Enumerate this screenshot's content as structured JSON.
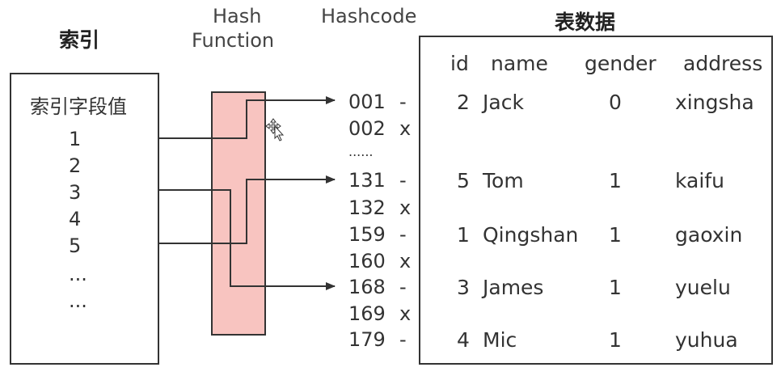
{
  "index": {
    "title": "索引",
    "field_label": "索引字段值",
    "values": [
      "1",
      "2",
      "3",
      "4",
      "5",
      "...",
      "..."
    ]
  },
  "hash_function": {
    "label_line1": "Hash",
    "label_line2": "Function",
    "fill_color": "#f8c4c0"
  },
  "hashcode": {
    "title": "Hashcode",
    "rows": [
      {
        "code": "001",
        "mark": "-"
      },
      {
        "code": "002",
        "mark": "x"
      },
      {
        "code": "......",
        "mark": ""
      },
      {
        "code": "131",
        "mark": "-"
      },
      {
        "code": "132",
        "mark": "x"
      },
      {
        "code": "159",
        "mark": "-"
      },
      {
        "code": "160",
        "mark": "x"
      },
      {
        "code": "168",
        "mark": "-"
      },
      {
        "code": "169",
        "mark": "x"
      },
      {
        "code": "179",
        "mark": "-"
      }
    ]
  },
  "table": {
    "title": "表数据",
    "headers": [
      "id",
      "name",
      "gender",
      "address"
    ],
    "rows": [
      [
        "2",
        "Jack",
        "0",
        "xingsha"
      ],
      [
        "5",
        "Tom",
        "1",
        "kaifu"
      ],
      [
        "1",
        "Qingshan",
        "1",
        "gaoxin"
      ],
      [
        "3",
        "James",
        "1",
        "yuelu"
      ],
      [
        "4",
        "Mic",
        "1",
        "yuhua"
      ]
    ]
  },
  "icons": {
    "cursor": "move-cursor-icon"
  }
}
